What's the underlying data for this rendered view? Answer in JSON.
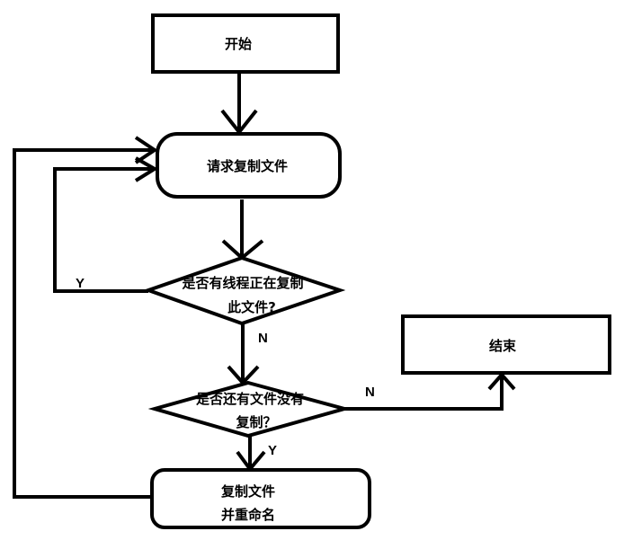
{
  "nodes": {
    "start": "开始",
    "request_copy": "请求复制文件",
    "thread_check_line1": "是否有线程正在复制",
    "thread_check_line2": "此文件?",
    "remaining_check_line1": "是否还有文件没有",
    "remaining_check_line2": "复制？",
    "copy_rename_line1": "复制文件",
    "copy_rename_line2": "并重命名",
    "end": "结束"
  },
  "branches": {
    "thread_yes": "Y",
    "thread_no": "N",
    "remaining_no": "N",
    "remaining_yes": "Y"
  },
  "colors": {
    "stroke": "#000000",
    "background": "#ffffff"
  }
}
